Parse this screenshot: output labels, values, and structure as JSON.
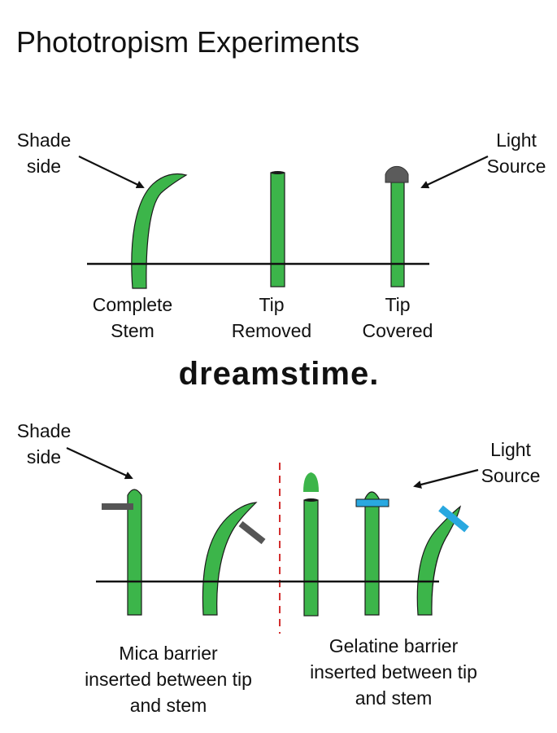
{
  "title": "Phototropism Experiments",
  "watermark": "dreamstime.",
  "colors": {
    "stem": "#3cb54a",
    "stem_outline": "#1a1a1a",
    "cap": "#5b5b5b",
    "mica": "#555555",
    "gelatine": "#29a8e0",
    "divider": "#d32f2f",
    "ground": "#111111"
  },
  "top": {
    "shade_label": [
      "Shade",
      "side"
    ],
    "light_label": [
      "Light",
      "Source"
    ],
    "stems": [
      {
        "name": "complete-stem",
        "label": [
          "Complete",
          "Stem"
        ]
      },
      {
        "name": "tip-removed-stem",
        "label": [
          "Tip",
          "Removed"
        ]
      },
      {
        "name": "tip-covered-stem",
        "label": [
          "Tip",
          "Covered"
        ]
      }
    ]
  },
  "bottom": {
    "shade_label": [
      "Shade",
      "side"
    ],
    "light_label": [
      "Light",
      "Source"
    ],
    "mica_label": [
      "Mica barrier",
      "inserted between tip",
      "and stem"
    ],
    "gelatine_label": [
      "Gelatine barrier",
      "inserted between tip",
      "and stem"
    ]
  },
  "icons": [
    "arrow-icon"
  ]
}
